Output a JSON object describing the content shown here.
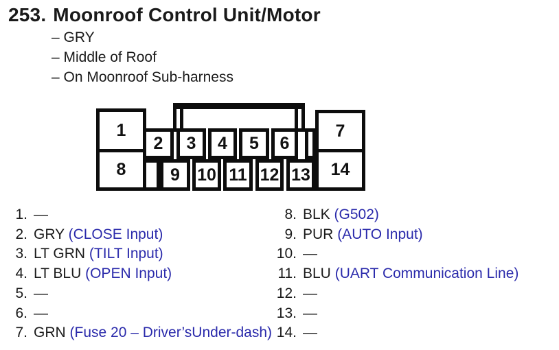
{
  "colors": {
    "text": "#1a1a1a",
    "function_blue": "#2a2aab",
    "line_black": "#0d0d0d",
    "background": "#ffffff"
  },
  "header": {
    "index": "253.",
    "title": "Moonroof Control Unit/Motor"
  },
  "location_notes": [
    "– GRY",
    "– Middle of Roof",
    "– On Moonroof Sub-harness"
  ],
  "connector": {
    "pins": [
      "1",
      "2",
      "3",
      "4",
      "5",
      "6",
      "7",
      "8",
      "9",
      "10",
      "11",
      "12",
      "13",
      "14"
    ]
  },
  "pin_table": {
    "left": [
      {
        "num": "1.",
        "wire": "—",
        "function": ""
      },
      {
        "num": "2.",
        "wire": "GRY",
        "function": "(CLOSE Input)"
      },
      {
        "num": "3.",
        "wire": "LT GRN",
        "function": "(TILT Input)"
      },
      {
        "num": "4.",
        "wire": "LT BLU",
        "function": "(OPEN Input)"
      },
      {
        "num": "5.",
        "wire": "—",
        "function": ""
      },
      {
        "num": "6.",
        "wire": "—",
        "function": ""
      },
      {
        "num": "7.",
        "wire": "GRN",
        "function": "(Fuse 20 – Driver’sUnder-dash)"
      }
    ],
    "right": [
      {
        "num": "8.",
        "wire": "BLK",
        "function": "(G502)"
      },
      {
        "num": "9.",
        "wire": "PUR",
        "function": "(AUTO Input)"
      },
      {
        "num": "10.",
        "wire": "—",
        "function": ""
      },
      {
        "num": "11.",
        "wire": "BLU",
        "function": "(UART Communication Line)"
      },
      {
        "num": "12.",
        "wire": "—",
        "function": ""
      },
      {
        "num": "13.",
        "wire": "—",
        "function": ""
      },
      {
        "num": "14.",
        "wire": "—",
        "function": ""
      }
    ]
  }
}
